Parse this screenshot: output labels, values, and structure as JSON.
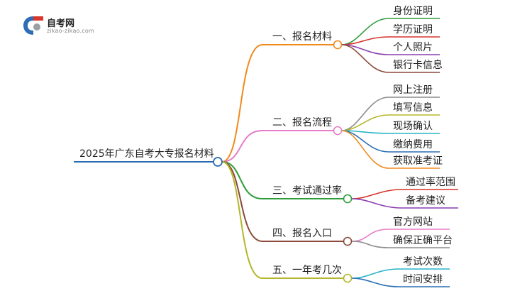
{
  "logo": {
    "title": "自考网",
    "subtitle": "zikao-zikao.com",
    "colors": {
      "red": "#d9362b",
      "blue": "#2f6db5",
      "gray": "#9aa0a6"
    }
  },
  "root": {
    "label": "2025年广东自考大专报名材料",
    "color": "#2b6cb0"
  },
  "branches": [
    {
      "label": "一、报名材料",
      "color": "#f08a1c",
      "children": [
        {
          "label": "身份证明",
          "color": "#2e9c3a"
        },
        {
          "label": "学历证明",
          "color": "#d6322a"
        },
        {
          "label": "个人照片",
          "color": "#8a3fb0"
        },
        {
          "label": "银行卡信息",
          "color": "#8b4a3a"
        }
      ]
    },
    {
      "label": "二、报名流程",
      "color": "#e77dc7",
      "children": [
        {
          "label": "网上注册",
          "color": "#8c8c8c"
        },
        {
          "label": "填写信息",
          "color": "#b5b52a"
        },
        {
          "label": "现场确认",
          "color": "#2bb3c9"
        },
        {
          "label": "缴纳费用",
          "color": "#2c6fb3"
        },
        {
          "label": "获取准考证",
          "color": "#f08a1c"
        }
      ]
    },
    {
      "label": "三、考试通过率",
      "color": "#2e9c3a",
      "children": [
        {
          "label": "通过率范围",
          "color": "#d6322a"
        },
        {
          "label": "备考建议",
          "color": "#8a3fb0"
        }
      ]
    },
    {
      "label": "四、报名入口",
      "color": "#8b4a3a",
      "children": [
        {
          "label": "官方网站",
          "color": "#e77dc7"
        },
        {
          "label": "确保正确平台",
          "color": "#8c8c8c"
        }
      ]
    },
    {
      "label": "五、一年考几次",
      "color": "#b5b52a",
      "children": [
        {
          "label": "考试次数",
          "color": "#2bb3c9"
        },
        {
          "label": "时间安排",
          "color": "#2c6fb3"
        }
      ]
    }
  ]
}
